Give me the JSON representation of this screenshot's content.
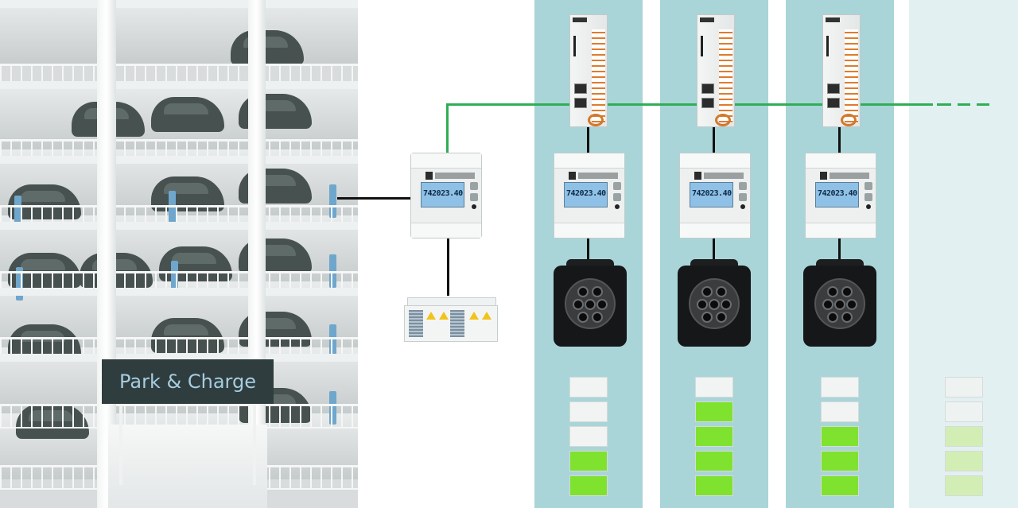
{
  "scene": {
    "sign_text": "Park & Charge",
    "meter_reading": "742023.40",
    "colors": {
      "lane_active": "#a9d5d8",
      "lane_faded": "#e3f0f2",
      "network_line": "#2fae56",
      "connection_line": "#111111",
      "battery_charged": "#7fe22e",
      "battery_empty": "#f1f4f2",
      "battery_charged_faded": "#d3eeb5",
      "battery_empty_faded": "#eef3f1"
    }
  },
  "stations": [
    {
      "id": "station-1",
      "charge_level": 2,
      "cells_total": 5,
      "has_hardware": true
    },
    {
      "id": "station-2",
      "charge_level": 4,
      "cells_total": 5,
      "has_hardware": true
    },
    {
      "id": "station-3",
      "charge_level": 3,
      "cells_total": 5,
      "has_hardware": true
    },
    {
      "id": "station-4-placeholder",
      "charge_level": 3,
      "cells_total": 5,
      "has_hardware": false
    }
  ]
}
